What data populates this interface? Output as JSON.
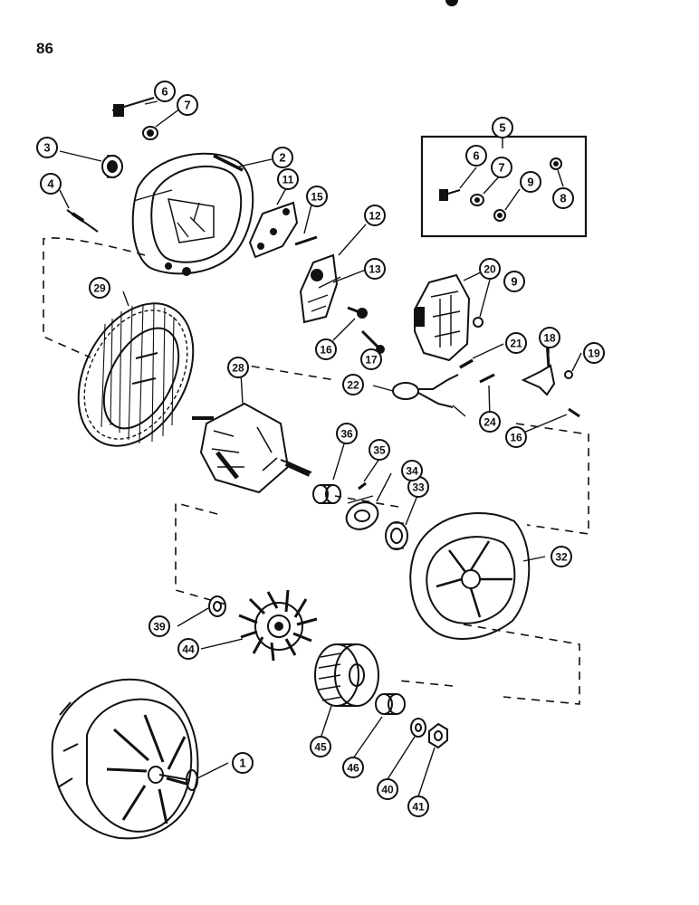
{
  "page_number": "86",
  "callouts": [
    {
      "id": "c1",
      "label": "1"
    },
    {
      "id": "c2",
      "label": "2"
    },
    {
      "id": "c3",
      "label": "3"
    },
    {
      "id": "c4",
      "label": "4"
    },
    {
      "id": "c5",
      "label": "5"
    },
    {
      "id": "c6a",
      "label": "6"
    },
    {
      "id": "c6b",
      "label": "6"
    },
    {
      "id": "c7a",
      "label": "7"
    },
    {
      "id": "c7b",
      "label": "7"
    },
    {
      "id": "c8",
      "label": "8"
    },
    {
      "id": "c9a",
      "label": "9"
    },
    {
      "id": "c9b",
      "label": "9"
    },
    {
      "id": "c11",
      "label": "11"
    },
    {
      "id": "c12",
      "label": "12"
    },
    {
      "id": "c13",
      "label": "13"
    },
    {
      "id": "c15",
      "label": "15"
    },
    {
      "id": "c16a",
      "label": "16"
    },
    {
      "id": "c16b",
      "label": "16"
    },
    {
      "id": "c17",
      "label": "17"
    },
    {
      "id": "c18",
      "label": "18"
    },
    {
      "id": "c19",
      "label": "19"
    },
    {
      "id": "c20",
      "label": "20"
    },
    {
      "id": "c21",
      "label": "21"
    },
    {
      "id": "c22",
      "label": "22"
    },
    {
      "id": "c24",
      "label": "24"
    },
    {
      "id": "c28",
      "label": "28"
    },
    {
      "id": "c29",
      "label": "29"
    },
    {
      "id": "c32",
      "label": "32"
    },
    {
      "id": "c33",
      "label": "33"
    },
    {
      "id": "c34",
      "label": "34"
    },
    {
      "id": "c35",
      "label": "35"
    },
    {
      "id": "c36",
      "label": "36"
    },
    {
      "id": "c39",
      "label": "39"
    },
    {
      "id": "c40",
      "label": "40"
    },
    {
      "id": "c41",
      "label": "41"
    },
    {
      "id": "c44",
      "label": "44"
    },
    {
      "id": "c45",
      "label": "45"
    },
    {
      "id": "c46",
      "label": "46"
    }
  ]
}
